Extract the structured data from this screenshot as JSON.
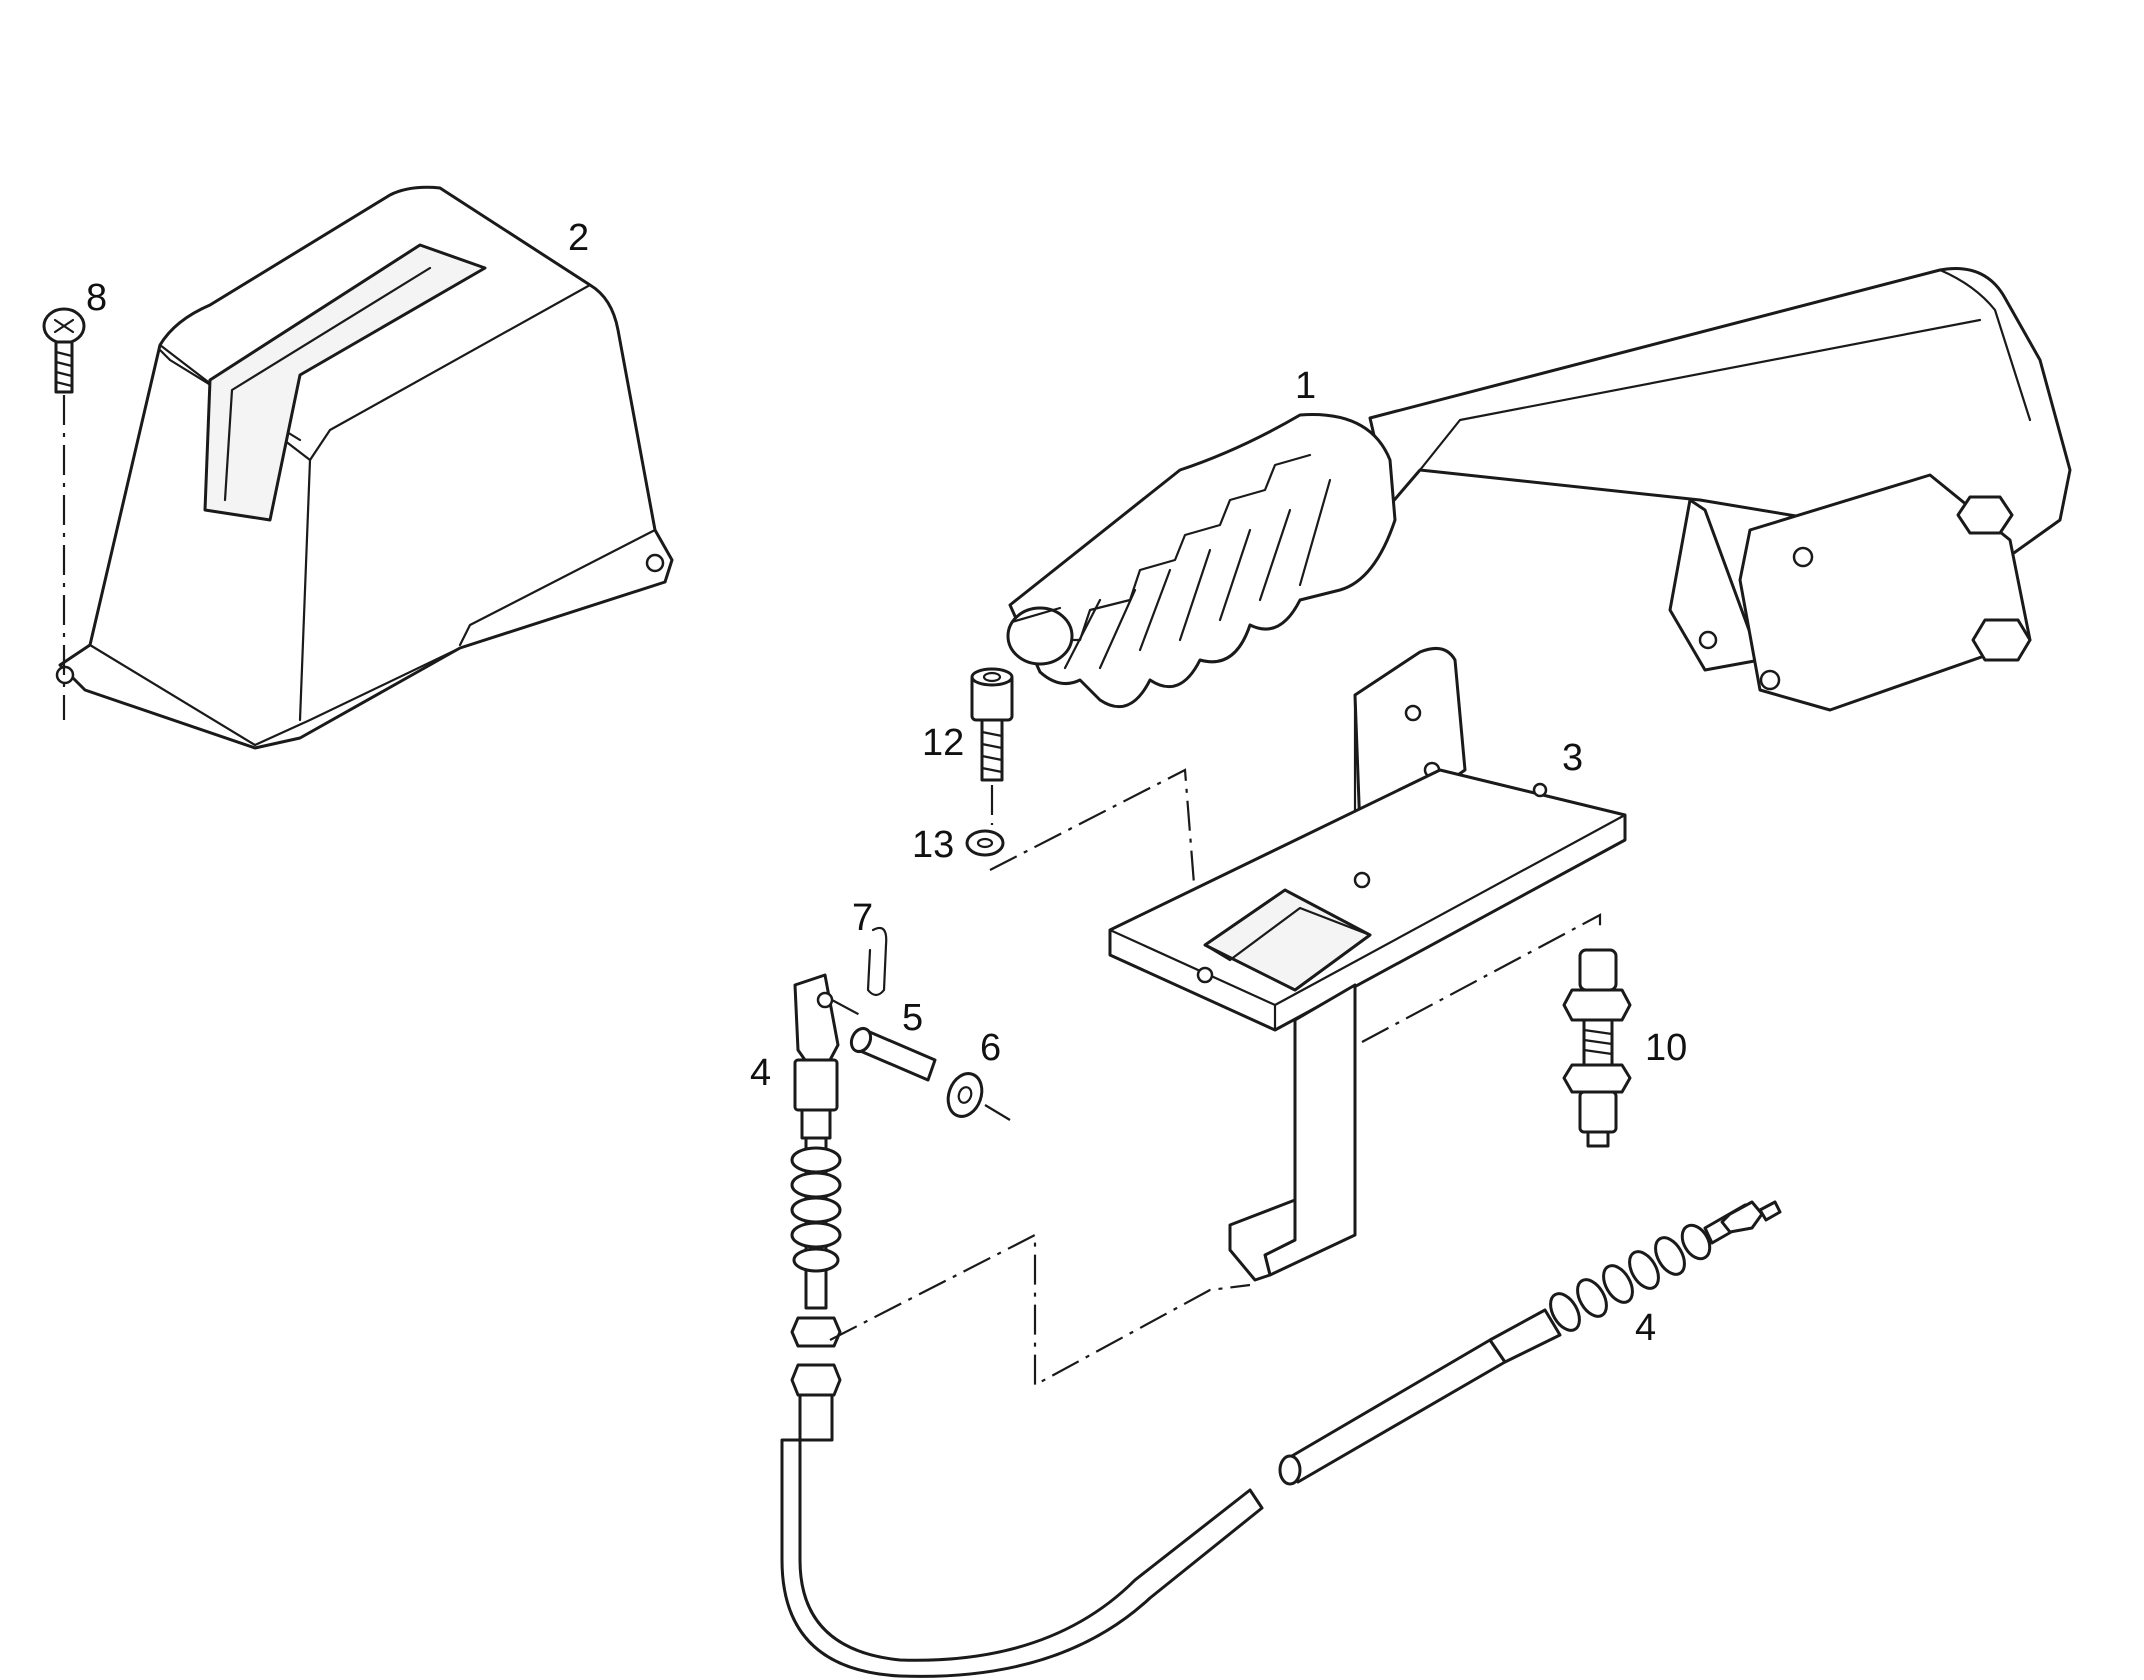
{
  "callouts": {
    "c1": "1",
    "c2": "2",
    "c3": "3",
    "c4a": "4",
    "c4b": "4",
    "c5": "5",
    "c6": "6",
    "c7": "7",
    "c8": "8",
    "c10": "10",
    "c12": "12",
    "c13": "13"
  }
}
